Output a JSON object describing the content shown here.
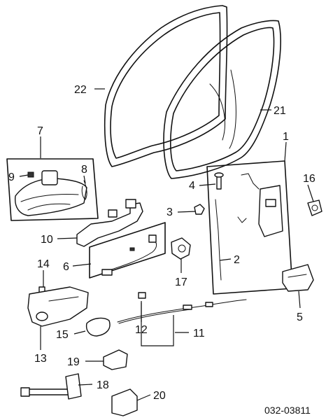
{
  "callouts": {
    "c1": "1",
    "c2": "2",
    "c3": "3",
    "c4": "4",
    "c5": "5",
    "c6": "6",
    "c7": "7",
    "c8": "8",
    "c9": "9",
    "c10": "10",
    "c11": "11",
    "c12": "12",
    "c13": "13",
    "c14": "14",
    "c15": "15",
    "c16": "16",
    "c17": "17",
    "c18": "18",
    "c19": "19",
    "c20": "20",
    "c21": "21",
    "c22": "22"
  },
  "diagram_code": "032-03811"
}
